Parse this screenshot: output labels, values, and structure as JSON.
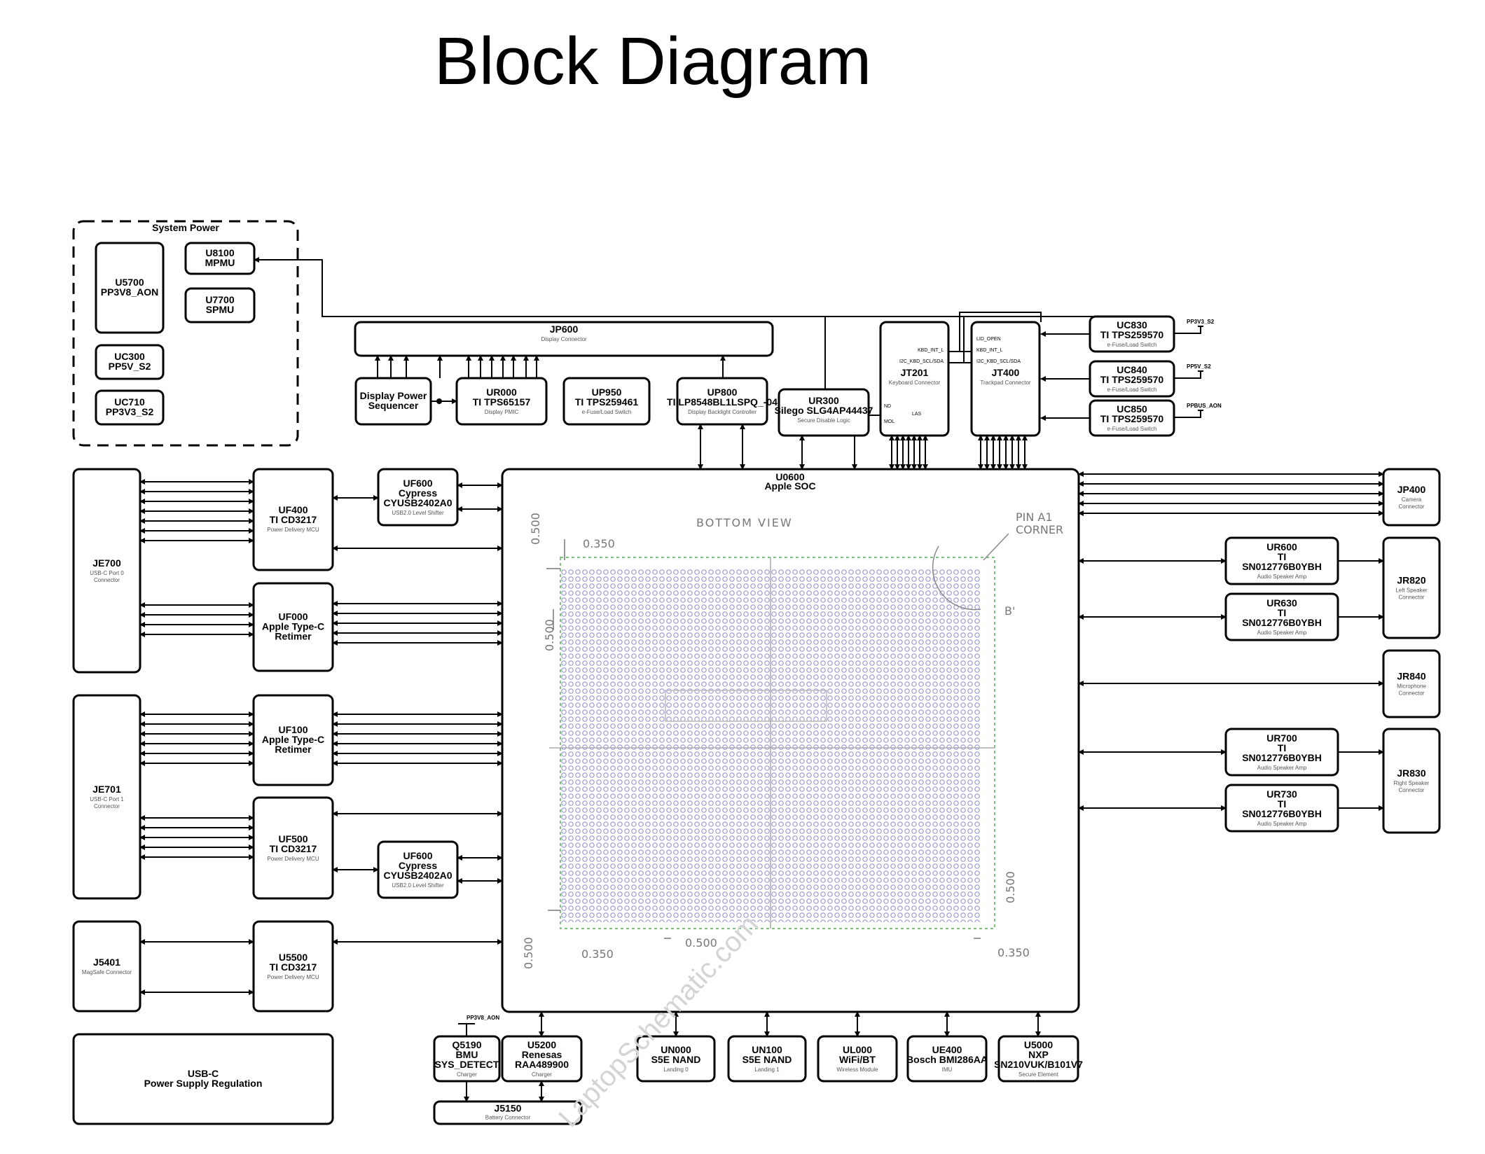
{
  "title": "Block Diagram",
  "system_power": {
    "label": "System Power",
    "blocks": [
      {
        "id": "u5700",
        "lines": [
          "U5700",
          "PP3V8_AON"
        ],
        "sub": ""
      },
      {
        "id": "u8100",
        "lines": [
          "U8100",
          "MPMU"
        ],
        "sub": ""
      },
      {
        "id": "u7700",
        "lines": [
          "U7700",
          "SPMU"
        ],
        "sub": ""
      },
      {
        "id": "uc300",
        "lines": [
          "UC300",
          "PP5V_S2"
        ],
        "sub": ""
      },
      {
        "id": "uc710",
        "lines": [
          "UC710",
          "PP3V3_S2"
        ],
        "sub": ""
      }
    ]
  },
  "display": {
    "jp600": {
      "id": "jp600",
      "lines": [
        "JP600"
      ],
      "sub": "Display Connector"
    },
    "blocks": [
      {
        "id": "display-power-sequencer",
        "lines": [
          "Display Power",
          "Sequencer"
        ],
        "sub": ""
      },
      {
        "id": "ur000",
        "lines": [
          "UR000",
          "TI TPS65157"
        ],
        "sub": "Display PMIC"
      },
      {
        "id": "up950",
        "lines": [
          "UP950",
          "TI TPS259461"
        ],
        "sub": "e-Fuse/Load Switch"
      },
      {
        "id": "up800",
        "lines": [
          "UP800",
          "TI LP8548BL1LSPQ_-04"
        ],
        "sub": "Display Backlight Controller"
      }
    ]
  },
  "top_right": {
    "ur300": {
      "id": "ur300",
      "lines": [
        "UR300",
        "Silego SLG4AP44437"
      ],
      "sub": "Secure Disable Logic"
    },
    "jt201": {
      "id": "jt201",
      "lines": [
        "JT201"
      ],
      "sub": "Keyboard Connector"
    },
    "jt400": {
      "id": "jt400",
      "lines": [
        "JT400"
      ],
      "sub": "Trackpad Connector"
    },
    "switches": [
      {
        "id": "uc830",
        "lines": [
          "UC830",
          "TI TPS259570"
        ],
        "sub": "e-Fuse/Load Switch",
        "rail": "PP3V3_S2"
      },
      {
        "id": "uc840",
        "lines": [
          "UC840",
          "TI TPS259570"
        ],
        "sub": "e-Fuse/Load Switch",
        "rail": "PP5V_S2"
      },
      {
        "id": "uc850",
        "lines": [
          "UC850",
          "TI TPS259570"
        ],
        "sub": "e-Fuse/Load Switch",
        "rail": "PPBUS_AON"
      }
    ],
    "signals": {
      "nd": "ND",
      "mol": "MOL",
      "las": "LAS",
      "kbd_int": "KBD_INT_L",
      "i2c_kbd_left": "I2C_KBD_SCL/SDA",
      "lid_open": "LID_OPEN",
      "kbd_int_right": "KBD_INT_L",
      "i2c_kbd_right": "I2C_KBD_SCL/SDA"
    }
  },
  "soc": {
    "lines": [
      "U0600",
      "Apple SOC"
    ],
    "bottom_view": "BOTTOM VIEW",
    "pin_a1": [
      "PIN A1",
      "CORNER"
    ],
    "b_prime": "B'",
    "dims": {
      "d1": "0.350",
      "d2": "0.500",
      "d3": "0.500",
      "d4": "0.500",
      "d5": "0.500",
      "d6": "0.350",
      "d7": "0.500",
      "d8": "0.350"
    }
  },
  "left": {
    "je700": {
      "id": "je700",
      "lines": [
        "JE700"
      ],
      "sub": [
        "USB-C Port 0",
        "Connector"
      ]
    },
    "je701": {
      "id": "je701",
      "lines": [
        "JE701"
      ],
      "sub": [
        "USB-C Port 1",
        "Connector"
      ]
    },
    "j5401": {
      "id": "j5401",
      "lines": [
        "J5401"
      ],
      "sub": [
        "MagSafe Connector"
      ]
    },
    "usbc_psr": {
      "id": "usbc-psr",
      "lines": [
        "USB-C",
        "Power Supply Regulation"
      ],
      "sub": []
    },
    "chips": [
      {
        "id": "uf400",
        "lines": [
          "UF400",
          "TI CD3217"
        ],
        "sub": "Power Delivery MCU"
      },
      {
        "id": "uf000",
        "lines": [
          "UF000",
          "Apple Type-C",
          "Retimer"
        ],
        "sub": ""
      },
      {
        "id": "uf100",
        "lines": [
          "UF100",
          "Apple Type-C",
          "Retimer"
        ],
        "sub": ""
      },
      {
        "id": "uf500",
        "lines": [
          "UF500",
          "TI CD3217"
        ],
        "sub": "Power Delivery MCU"
      },
      {
        "id": "u5500",
        "lines": [
          "U5500",
          "TI CD3217"
        ],
        "sub": "Power Delivery MCU"
      }
    ],
    "shifters": [
      {
        "id": "uf600-top",
        "lines": [
          "UF600",
          "Cypress",
          "CYUSB2402A0"
        ],
        "sub": "USB2.0 Level Shifter"
      },
      {
        "id": "uf600-bottom",
        "lines": [
          "UF600",
          "Cypress",
          "CYUSB2402A0"
        ],
        "sub": "USB2.0 Level Shifter"
      }
    ]
  },
  "right": {
    "jp400": {
      "id": "jp400",
      "lines": [
        "JP400"
      ],
      "sub": [
        "Camera",
        "Connector"
      ]
    },
    "jr820": {
      "id": "jr820",
      "lines": [
        "JR820"
      ],
      "sub": [
        "Left Speaker",
        "Connector"
      ]
    },
    "jr840": {
      "id": "jr840",
      "lines": [
        "JR840"
      ],
      "sub": [
        "Microphone",
        "Connector"
      ]
    },
    "jr830": {
      "id": "jr830",
      "lines": [
        "JR830"
      ],
      "sub": [
        "Right Speaker",
        "Connector"
      ]
    },
    "amps": [
      {
        "id": "ur600",
        "lines": [
          "UR600",
          "TI",
          "SN012776B0YBH"
        ],
        "sub": "Audio Speaker Amp"
      },
      {
        "id": "ur630",
        "lines": [
          "UR630",
          "TI",
          "SN012776B0YBH"
        ],
        "sub": "Audio Speaker Amp"
      },
      {
        "id": "ur700",
        "lines": [
          "UR700",
          "TI",
          "SN012776B0YBH"
        ],
        "sub": "Audio Speaker Amp"
      },
      {
        "id": "ur730",
        "lines": [
          "UR730",
          "TI",
          "SN012776B0YBH"
        ],
        "sub": "Audio Speaker Amp"
      }
    ]
  },
  "bottom": {
    "q5190_rail": "PP3V8_AON",
    "blocks": [
      {
        "id": "q5190",
        "lines": [
          "Q5190",
          "BMU",
          "SYS_DETECT"
        ],
        "sub": "Charger"
      },
      {
        "id": "u5200",
        "lines": [
          "U5200",
          "Renesas",
          "RAA489900"
        ],
        "sub": "Charger"
      },
      {
        "id": "un000",
        "lines": [
          "UN000",
          "S5E NAND"
        ],
        "sub": "Landing 0"
      },
      {
        "id": "un100",
        "lines": [
          "UN100",
          "S5E NAND"
        ],
        "sub": "Landing 1"
      },
      {
        "id": "ul000",
        "lines": [
          "UL000",
          "WiFi/BT"
        ],
        "sub": "Wireless Module"
      },
      {
        "id": "ue400",
        "lines": [
          "UE400",
          "Bosch BMI286AA"
        ],
        "sub": "IMU"
      },
      {
        "id": "u5000",
        "lines": [
          "U5000",
          "NXP",
          "SN210VUK/B101V7"
        ],
        "sub": "Secure Element"
      }
    ],
    "j5150": {
      "id": "j5150",
      "lines": [
        "J5150"
      ],
      "sub": "Battery Connector"
    }
  },
  "watermark": "LaptopSchematic.com"
}
